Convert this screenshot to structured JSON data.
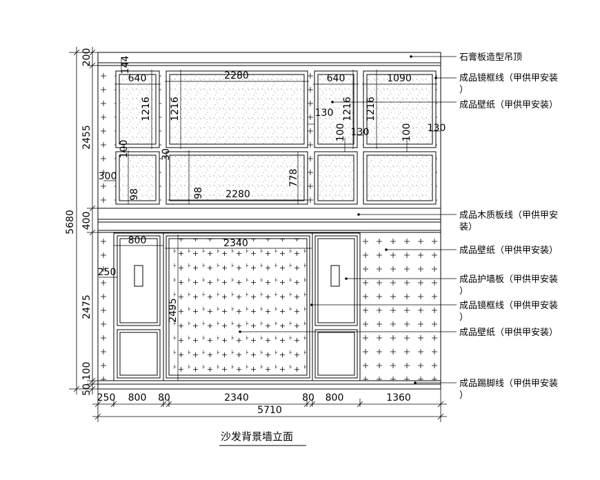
{
  "drawing_title": "沙发背景墙立面",
  "dimensions": {
    "left_vertical": {
      "total": "5680",
      "ceiling": "200",
      "upper_wall": "2455",
      "wood_line": "400",
      "lower_wall": "2475",
      "base_upper": "100",
      "base_lower": "50"
    },
    "bottom_horizontal": {
      "total": "5710",
      "segments": [
        "250",
        "800",
        "80",
        "2340",
        "80",
        "800",
        "1360"
      ]
    },
    "upper_panels": {
      "panel_1_width": "640",
      "panel_1_height": "1216",
      "panel_2_width": "2280",
      "panel_2_height": "1216",
      "panel_3_width": "640",
      "panel_3_height": "1216",
      "panel_4_width": "1090",
      "panel_4_height": "1216",
      "top_gap": "144",
      "side_gap_a": "130",
      "side_gap_b": "130",
      "side_gap_c": "130",
      "row_gap_a": "100",
      "row_gap_b": "100",
      "row_gap_c": "100",
      "small_gap": "30",
      "left_margin": "300",
      "bottom_gap_a": "98",
      "bottom_gap_b": "98",
      "lower_panel_2_width": "2280",
      "lower_panel_2_height": "778"
    },
    "lower_section": {
      "left_panel_width": "800",
      "left_offset": "250",
      "center_width": "2340",
      "center_height": "2495"
    }
  },
  "annotations": [
    "石膏板造型吊顶",
    "成品镜框线（甲供甲安装）",
    "成品壁纸（甲供甲安装）",
    "成品木质板线（甲供甲安装）",
    "成品壁纸（甲供甲安装）",
    "成品护墙板（甲供甲安装）",
    "成品镜框线（甲供甲安装）",
    "成品壁纸（甲供甲安装）",
    "成品踢脚线（甲供甲安装）"
  ]
}
